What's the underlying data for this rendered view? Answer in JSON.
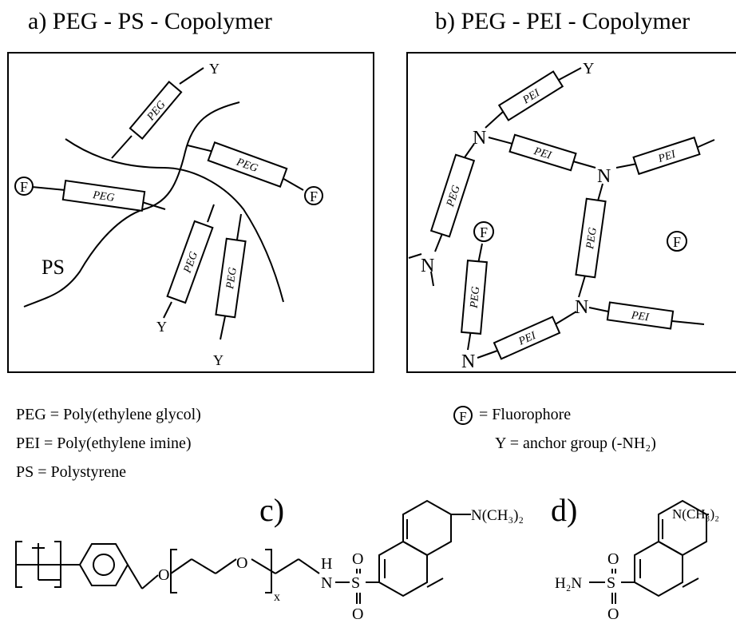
{
  "titles": {
    "a": "a) PEG - PS - Copolymer",
    "b": "b) PEG - PEI - Copolymer",
    "c": "c)",
    "d": "d)"
  },
  "labels": {
    "peg": "PEG",
    "pei": "PEI",
    "ps": "PS",
    "y": "Y",
    "n": "N",
    "f": "F"
  },
  "legend": {
    "peg_def": "PEG = Poly(ethylene glycol)",
    "pei_def": "PEI  = Poly(ethylene imine)",
    "ps_def": "PS    = Polystyrene",
    "f_def": "= Fluorophore",
    "y_def": "Y = anchor group (-NH₂)"
  },
  "chem": {
    "nme2": "N(CH₃)₂",
    "h": "H",
    "n": "N",
    "o": "O",
    "s": "S",
    "x": "x",
    "h2n": "H₂N"
  }
}
